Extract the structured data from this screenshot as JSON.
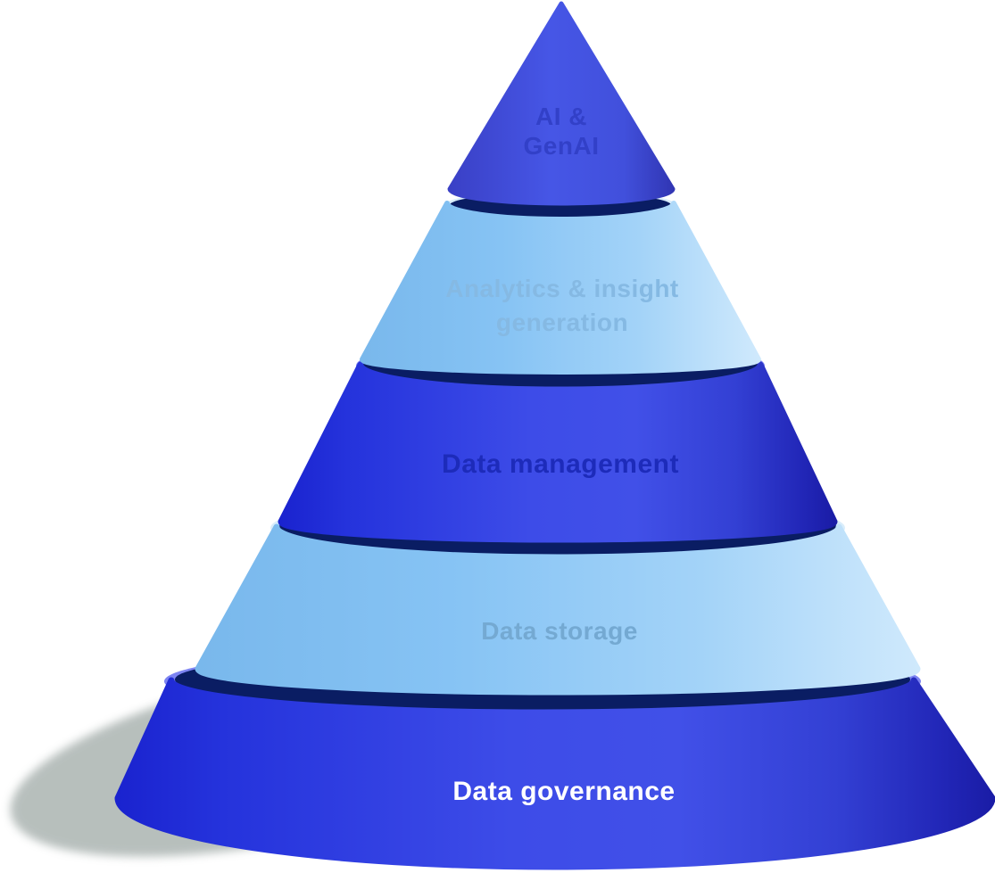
{
  "diagram": {
    "type": "pyramid-cone-5-levels",
    "layers": [
      {
        "id": "ai-genai",
        "lines": [
          "AI &",
          "GenAI"
        ],
        "body_style": "blue",
        "text_color": "#3240c8"
      },
      {
        "id": "analytics-insight",
        "lines": [
          "Analytics & insight",
          "generation"
        ],
        "body_style": "light",
        "text_color": "#85b9e3"
      },
      {
        "id": "data-management",
        "lines": [
          "Data management"
        ],
        "body_style": "blue",
        "text_color": "#1d2bba"
      },
      {
        "id": "data-storage",
        "lines": [
          "Data storage"
        ],
        "body_style": "light",
        "text_color": "#74a9d2"
      },
      {
        "id": "data-governance",
        "lines": [
          "Data governance"
        ],
        "body_style": "blue",
        "text_color": "#ffffff"
      }
    ],
    "colors": {
      "cone_gradient_left": "#3a40c6",
      "cone_gradient_mid": "#4656e6",
      "cone_gradient_right": "#3136b4",
      "blue_gradient_left": "#1a23cf",
      "blue_gradient_mid": "#4150e8",
      "blue_gradient_right": "#1a1ca6",
      "light_gradient_left": "#79b8ec",
      "light_gradient_mid": "#86c3f4",
      "light_gradient_right": "#cfe9fc",
      "rim_periwinkle": "#7d84f2",
      "rim_pale": "#d9edfb",
      "opening_navy": "#0a1d63",
      "shadow": "#71807b",
      "background": "#ffffff"
    }
  }
}
